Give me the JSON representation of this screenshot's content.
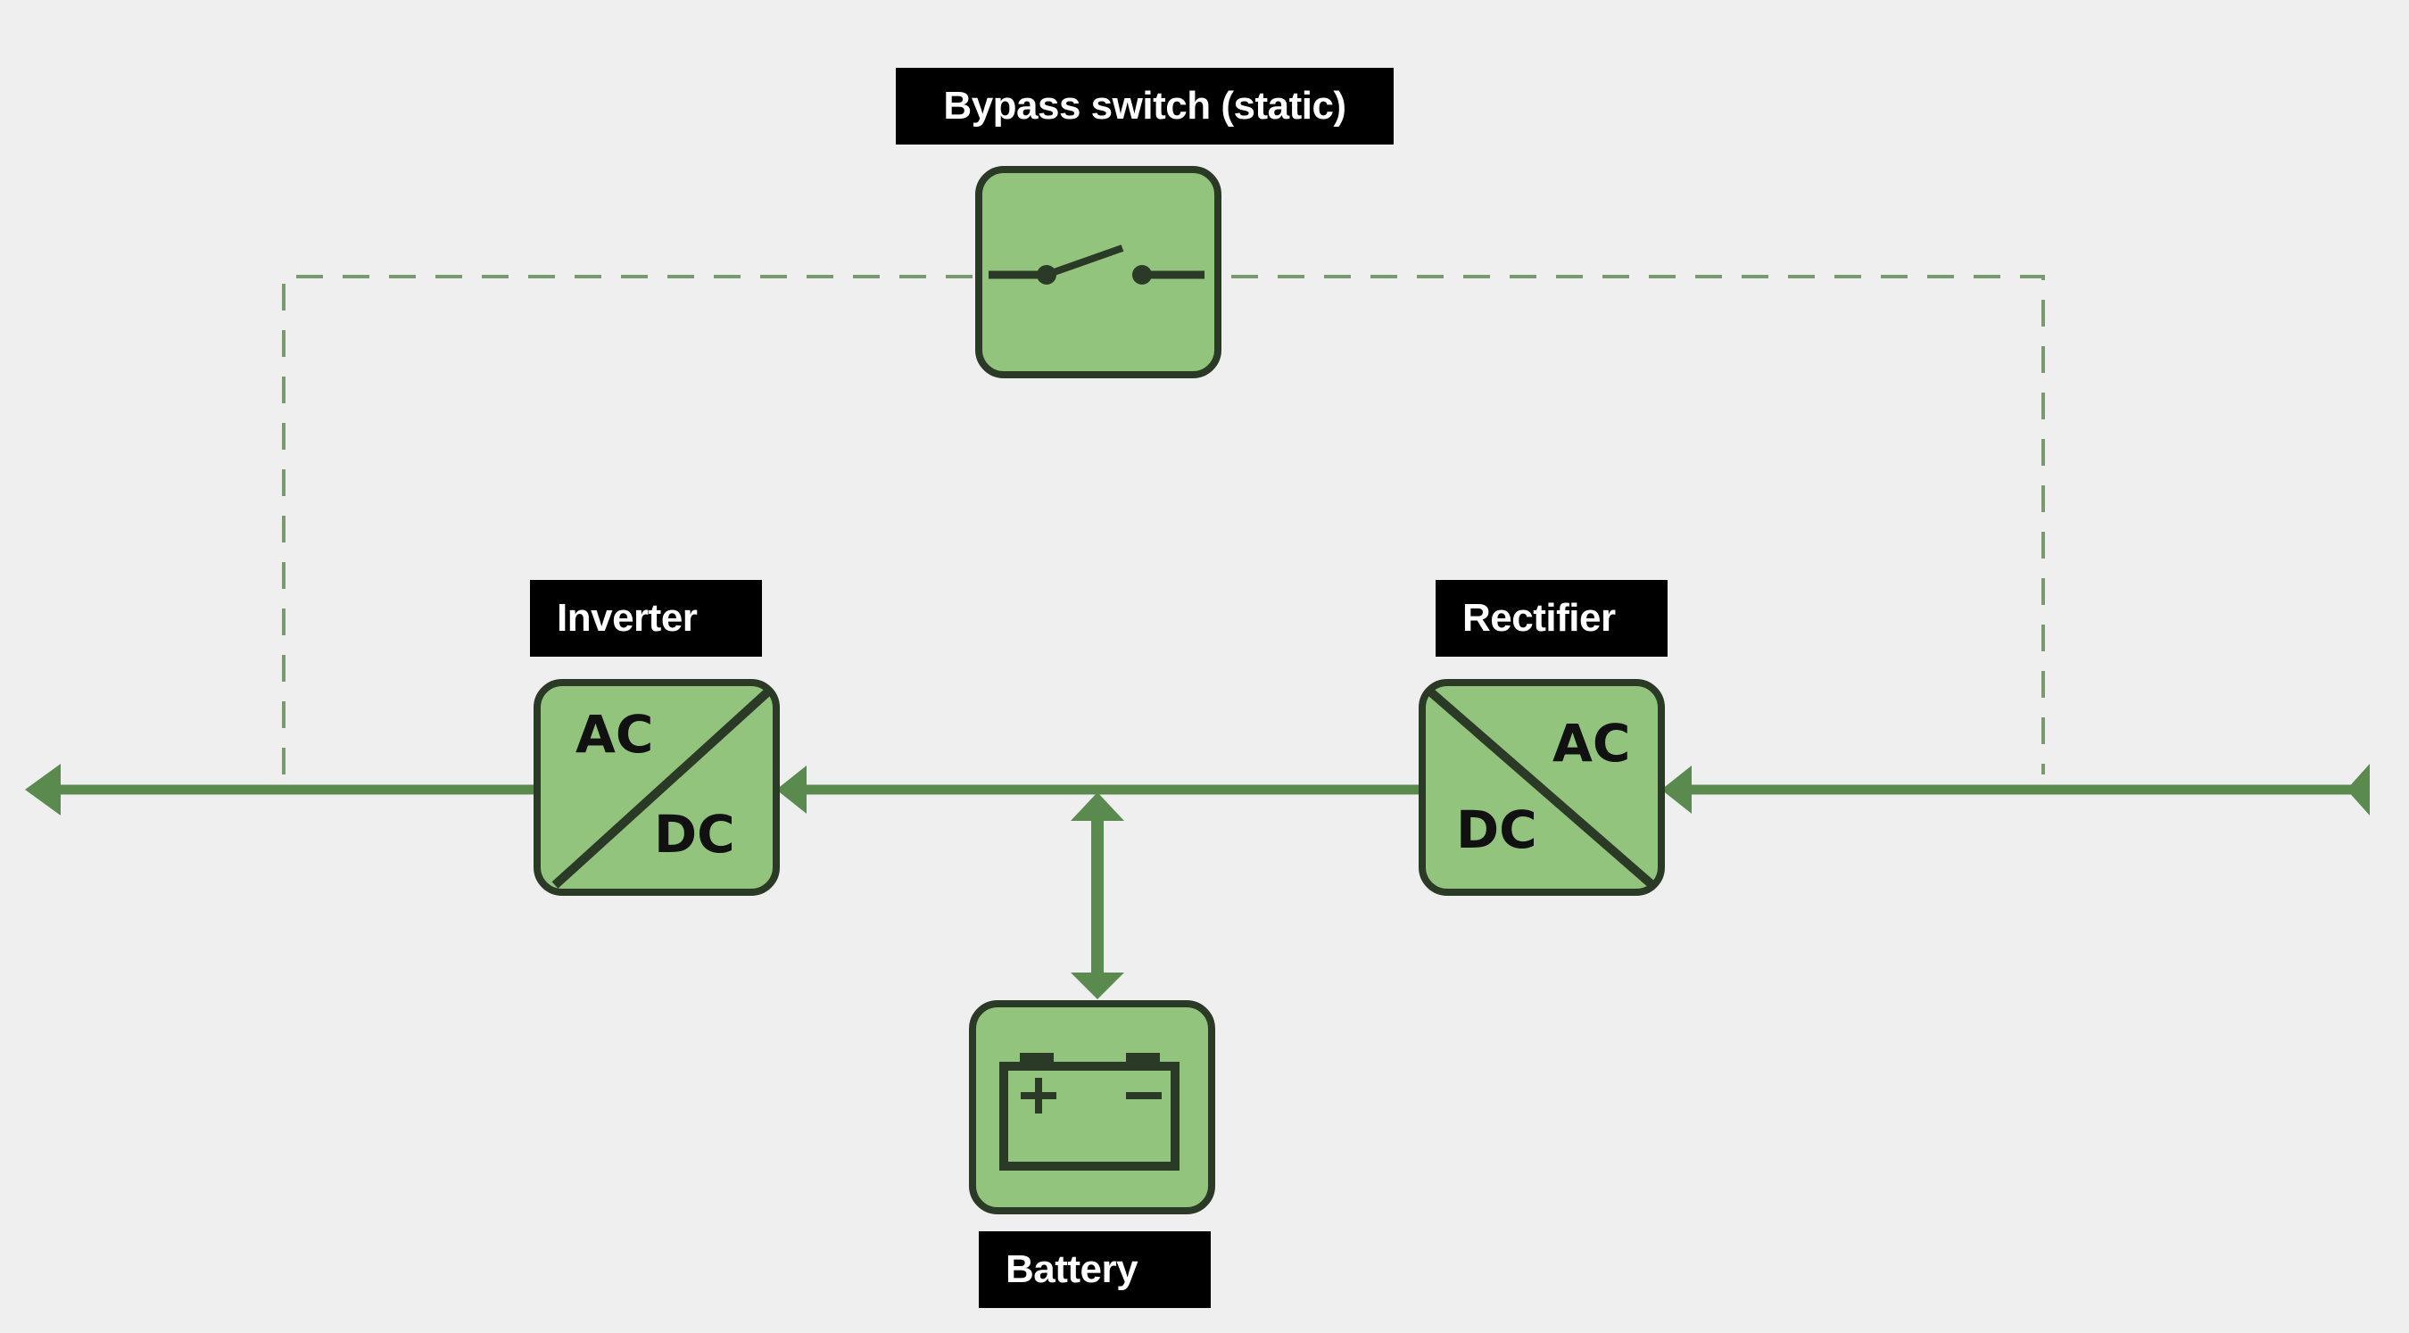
{
  "labels": {
    "bypass": "Bypass switch (static)",
    "inverter": "Inverter",
    "rectifier": "Rectifier",
    "battery": "Battery"
  },
  "inverter_block": {
    "top_text": "AC",
    "bottom_text": "DC"
  },
  "rectifier_block": {
    "top_text": "AC",
    "bottom_text": "DC"
  },
  "colors": {
    "line": "#5b8a4f",
    "block_fill": "#93c47d",
    "block_stroke": "#2b3a26",
    "dashed": "#7a9a70",
    "label_bg": "#000000",
    "label_text": "#ffffff",
    "background": "#efefef"
  },
  "icons": [
    "switch-icon",
    "battery-icon",
    "arrow-left-icon",
    "arrow-double-vertical-icon"
  ]
}
